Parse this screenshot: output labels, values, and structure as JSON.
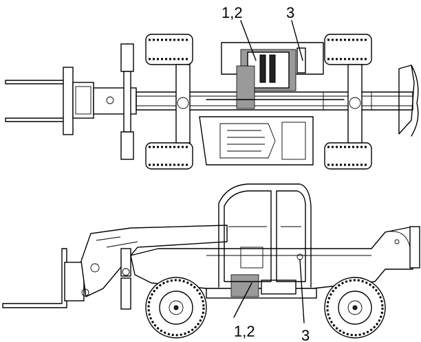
{
  "callouts": {
    "top_a": "1,2",
    "top_b": "3",
    "bottom_a": "1,2",
    "bottom_b": "3"
  }
}
